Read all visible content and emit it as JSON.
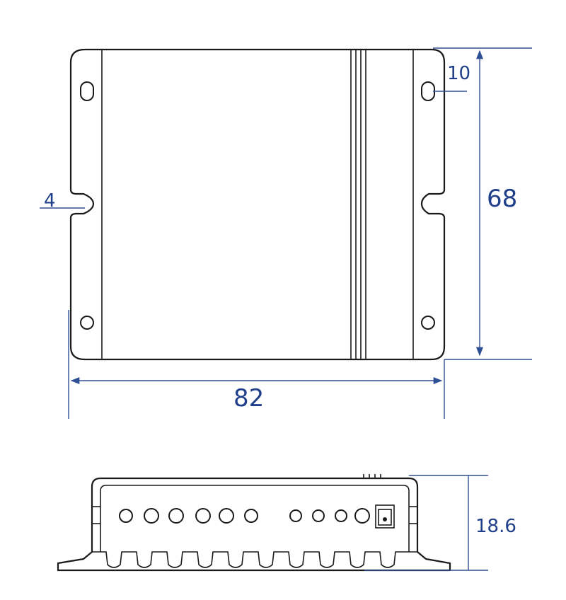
{
  "dimensions": {
    "top_tab_offset": "10",
    "height": "68",
    "slot_width": "4",
    "width": "82",
    "profile_height": "18.6"
  },
  "colors": {
    "outline": "#1a1a1a",
    "dimension": "#2f4f94"
  }
}
